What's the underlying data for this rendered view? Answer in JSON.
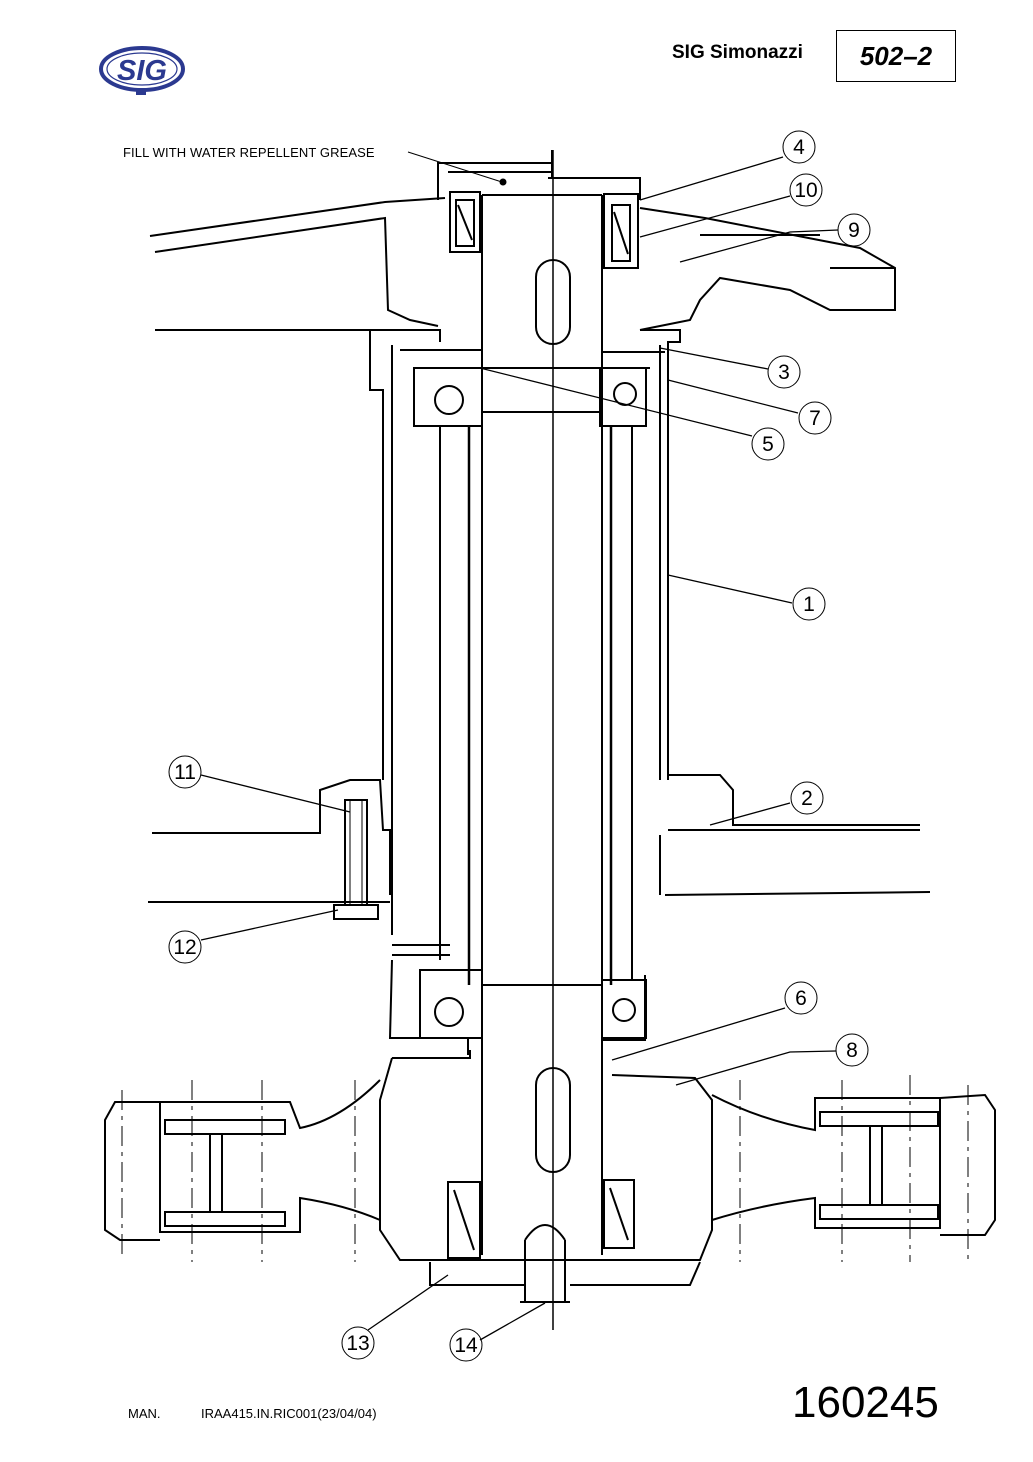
{
  "header": {
    "logo_text": "SIG",
    "company": "SIG Simonazzi",
    "doc_number": "502–2"
  },
  "notes": {
    "grease": "FILL WITH WATER REPELLENT GREASE"
  },
  "callouts": [
    {
      "label": "4"
    },
    {
      "label": "10"
    },
    {
      "label": "9"
    },
    {
      "label": "3"
    },
    {
      "label": "7"
    },
    {
      "label": "5"
    },
    {
      "label": "1"
    },
    {
      "label": "11"
    },
    {
      "label": "2"
    },
    {
      "label": "12"
    },
    {
      "label": "6"
    },
    {
      "label": "8"
    },
    {
      "label": "13"
    },
    {
      "label": "14"
    }
  ],
  "footer": {
    "man_label": "MAN.",
    "man_ref": "IRAA415.IN.RIC001(23/04/04)",
    "part_number": "160245"
  },
  "colors": {
    "logo_blue": "#2b3990",
    "line": "#000000"
  }
}
